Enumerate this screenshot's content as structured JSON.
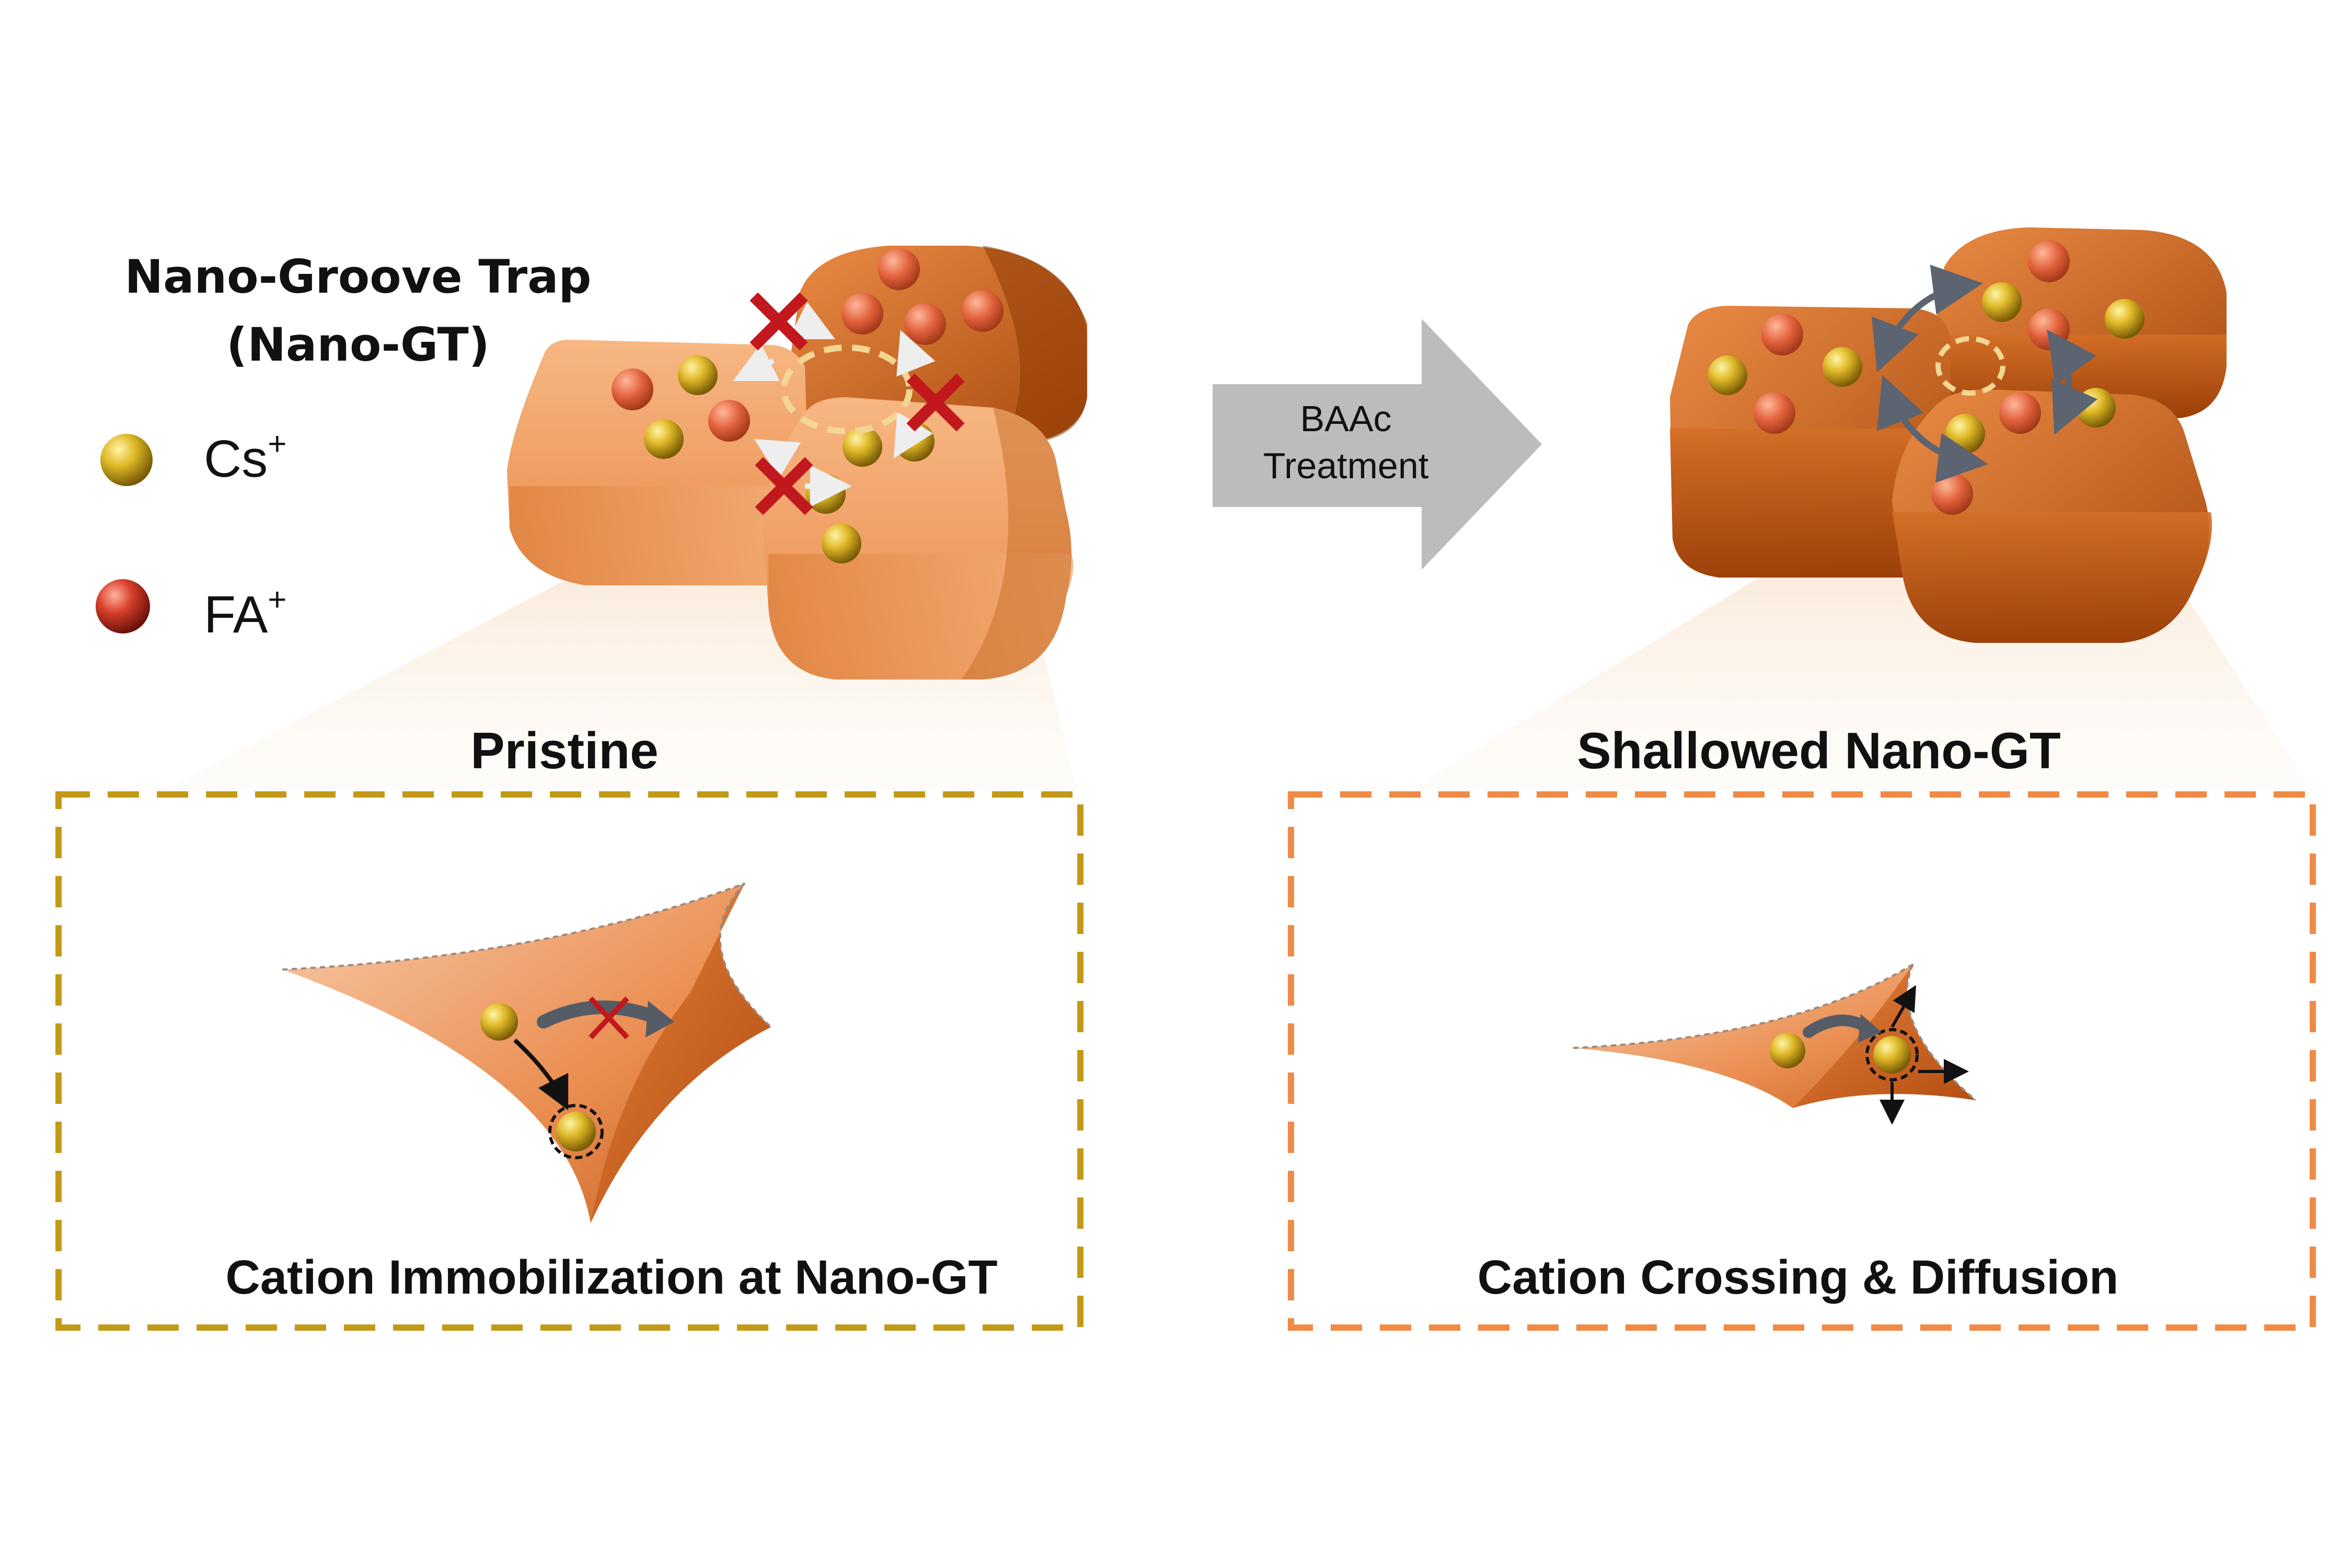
{
  "legend": {
    "title_line1": "Nano-Groove Trap",
    "title_line2": "(Nano-GT)",
    "cs_label": "Cs",
    "cs_charge": "+",
    "fa_label": "FA",
    "fa_charge": "+"
  },
  "arrow": {
    "line1": "BAAc",
    "line2": "Treatment"
  },
  "panels": {
    "left": {
      "title": "Pristine",
      "caption": "Cation Immobilization at Nano-GT"
    },
    "right": {
      "title": "Shallowed Nano-GT",
      "caption": "Cation Crossing & Diffusion"
    }
  },
  "colors": {
    "cs_ion": "#d9b21c",
    "fa_ion": "#d8402c",
    "grain_light": "#f4a56a",
    "grain_dark": "#c8641e",
    "left_frame": "#c39a17",
    "right_frame": "#f08a45",
    "arrow_gray": "#bcbcbc",
    "block_x": "#c0181d"
  },
  "icons": [
    "cs-ion-icon",
    "fa-ion-icon",
    "block-x-icon",
    "diffusion-arrow-icon",
    "trap-circle-icon"
  ]
}
